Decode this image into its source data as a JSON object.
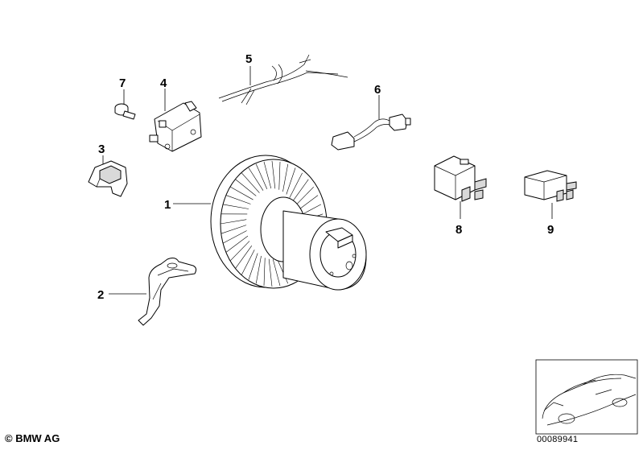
{
  "callouts": [
    {
      "id": "1",
      "label": "1"
    },
    {
      "id": "2",
      "label": "2"
    },
    {
      "id": "3",
      "label": "3"
    },
    {
      "id": "4",
      "label": "4"
    },
    {
      "id": "5",
      "label": "5"
    },
    {
      "id": "6",
      "label": "6"
    },
    {
      "id": "7",
      "label": "7"
    },
    {
      "id": "8",
      "label": "8"
    },
    {
      "id": "9",
      "label": "9"
    }
  ],
  "footer": {
    "copyright": "© BMW AG",
    "doc_number": "00089941"
  }
}
